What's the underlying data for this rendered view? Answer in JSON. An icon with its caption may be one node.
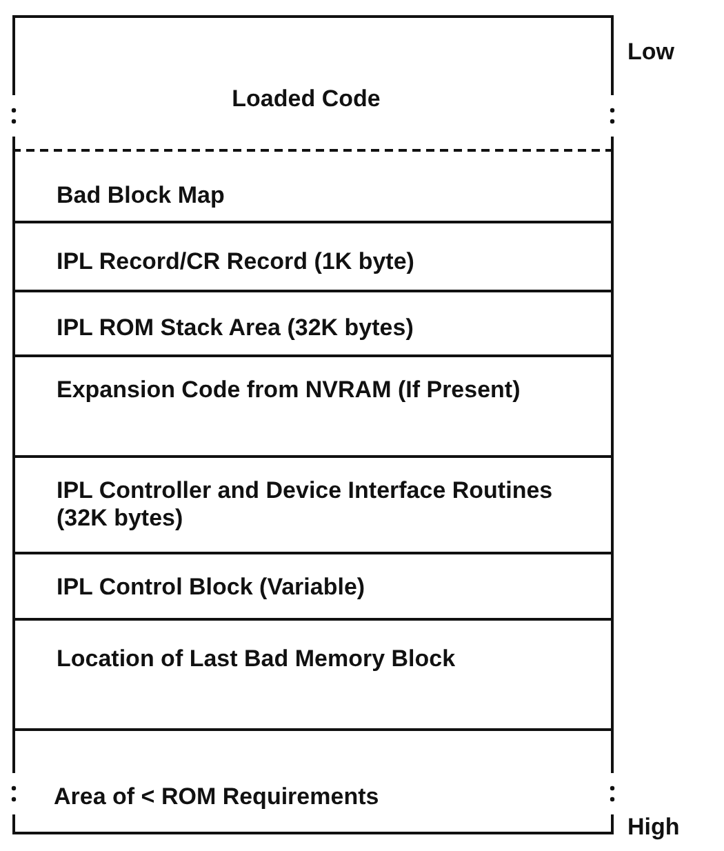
{
  "diagram": {
    "nodes": [
      {
        "text": [
          "Loaded Code"
        ]
      },
      {
        "text": [
          "Bad Block Map"
        ]
      },
      {
        "text": [
          "IPL Record/CR Record (1K byte)"
        ]
      },
      {
        "text": [
          "IPL ROM Stack Area (32K bytes)"
        ]
      },
      {
        "text": [
          "Expansion Code from NVRAM (If Present)"
        ]
      },
      {
        "text": [
          "IPL Controller and Device Interface Routines (32K bytes)"
        ]
      },
      {
        "text": [
          "IPL Control Block (Variable)"
        ]
      },
      {
        "text": [
          "Location of Last Bad Memory Block"
        ]
      },
      {
        "text": [
          "Area of < ROM Requirements"
        ]
      }
    ],
    "labels": [
      "Low",
      "High"
    ]
  }
}
